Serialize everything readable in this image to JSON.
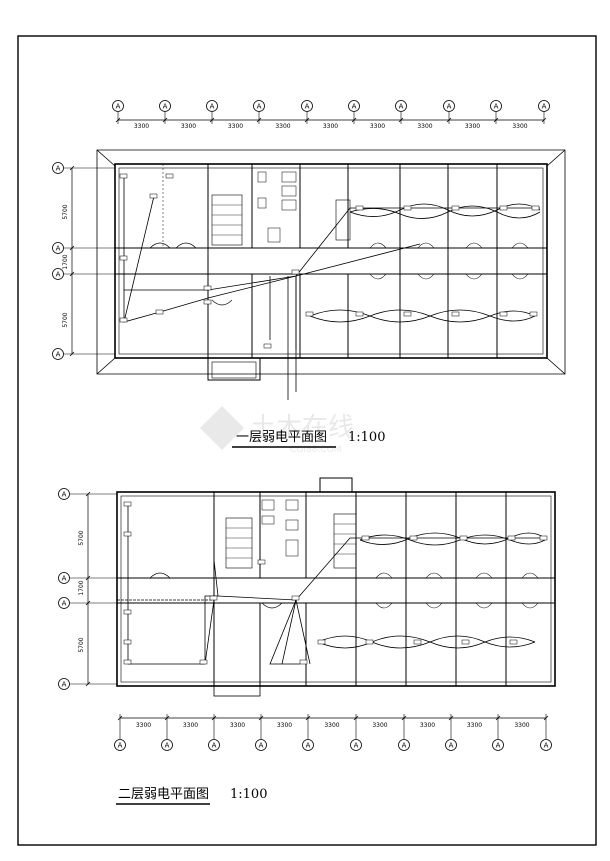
{
  "drawing": {
    "axis_label": "A",
    "plan1": {
      "title": "一层弱电平面图",
      "scale": "1:100",
      "top_dims": [
        "3300",
        "3300",
        "3300",
        "3300",
        "3300",
        "3300",
        "3300",
        "3300",
        "3300"
      ],
      "left_dims": [
        "5700",
        "1700",
        "5700"
      ]
    },
    "plan2": {
      "title": "二层弱电平面图",
      "scale": "1:100",
      "bottom_dims": [
        "3300",
        "3300",
        "3300",
        "3300",
        "3300",
        "3300",
        "3300",
        "3300",
        "3300"
      ],
      "left_dims": [
        "5700",
        "1700",
        "5700"
      ]
    },
    "watermark": "土木在线",
    "watermark_sub": "COI88.COM"
  },
  "colors": {
    "line": "#000000",
    "watermark": "#d8d8d8"
  }
}
